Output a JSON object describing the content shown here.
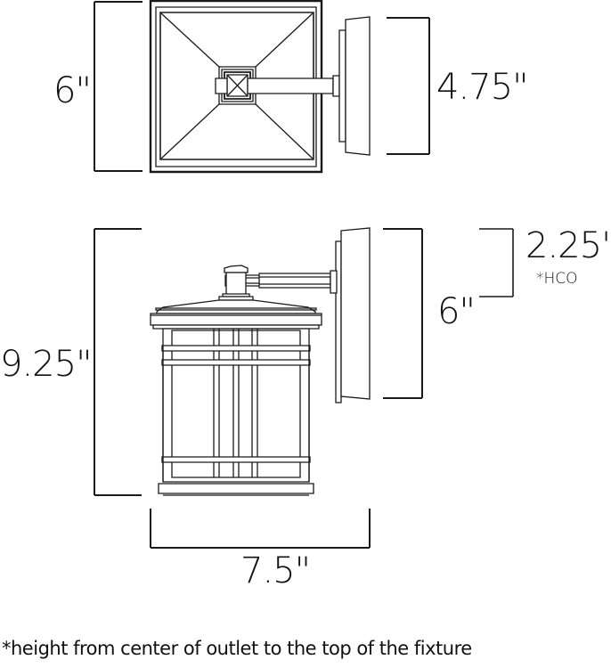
{
  "diagram": {
    "type": "dimension-drawing",
    "subject": "wall-mount lantern light fixture",
    "views": [
      {
        "name": "top-view",
        "dimensions": {
          "depth_left": "6\"",
          "backplate_width_right": "4.75\""
        }
      },
      {
        "name": "side-view",
        "dimensions": {
          "overall_height_left": "9.25\"",
          "hco_right": "2.25\"",
          "hco_label": "*HCO",
          "backplate_height_right": "6\"",
          "width_bottom": "7.5\""
        }
      }
    ],
    "footnote": "*height from center of outlet to the top of the fixture"
  },
  "colors": {
    "line": "#1a1a1a",
    "background": "#ffffff"
  }
}
